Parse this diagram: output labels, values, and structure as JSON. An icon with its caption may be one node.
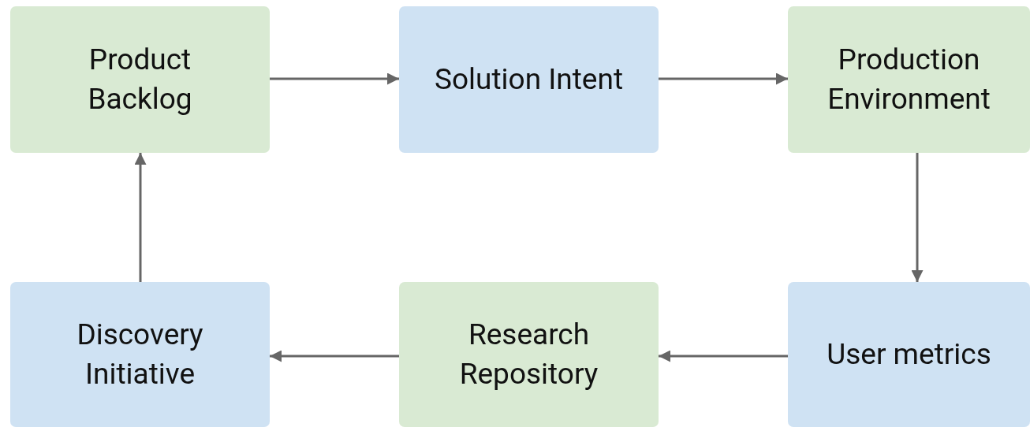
{
  "diagram": {
    "nodes": [
      {
        "text": [
          "Product Backlog"
        ]
      },
      {
        "text": [
          "Solution Intent"
        ]
      },
      {
        "text": [
          "Production Environment"
        ]
      },
      {
        "text": [
          "Discovery Initiative"
        ]
      },
      {
        "text": [
          "Research Repository"
        ]
      },
      {
        "text": [
          "User metrics"
        ]
      }
    ],
    "edges": [
      {
        "from": 0,
        "to": 1,
        "arrow": "to"
      },
      {
        "from": 1,
        "to": 2,
        "arrow": "to"
      },
      {
        "from": 2,
        "to": 5,
        "arrow": "to"
      },
      {
        "from": 5,
        "to": 4,
        "arrow": "to"
      },
      {
        "from": 4,
        "to": 3,
        "arrow": "to"
      },
      {
        "from": 3,
        "to": 0,
        "arrow": "to"
      }
    ]
  }
}
